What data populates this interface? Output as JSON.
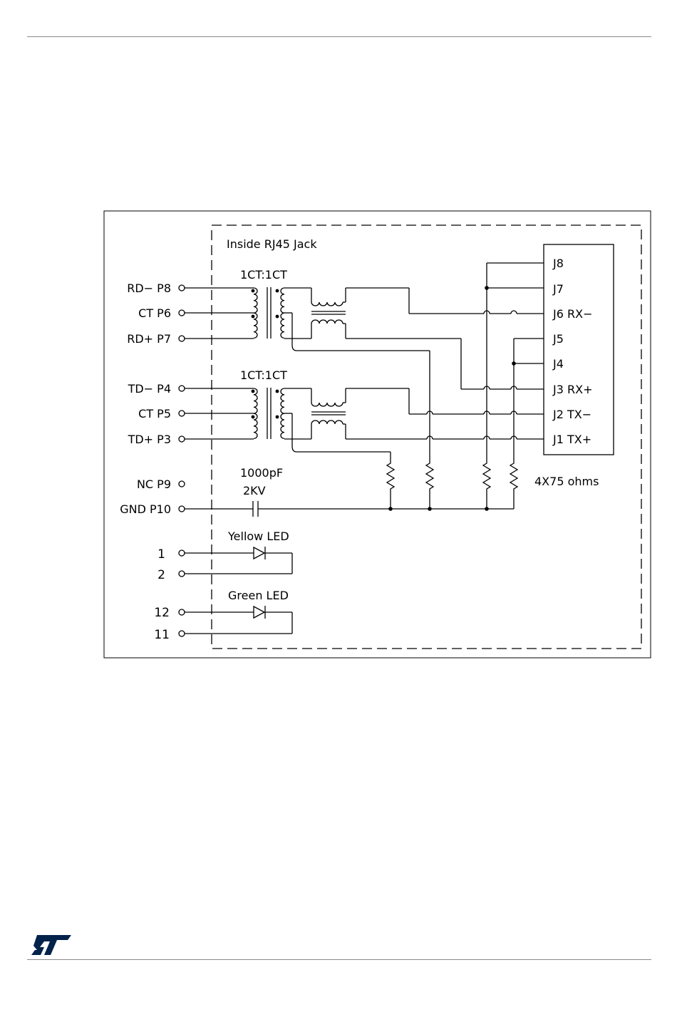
{
  "document": {
    "logo_text": "ST",
    "brand_color": "#03234B",
    "accent_color": "#3CB4E6"
  },
  "schematic": {
    "inner_label": "Inside RJ45 Jack",
    "transformer_ratio_top": "1CT:1CT",
    "transformer_ratio_bottom": "1CT:1CT",
    "pins": {
      "rd_minus": "RD−  P8",
      "ct_top": "CT  P6",
      "rd_plus": "RD+  P7",
      "td_minus": "TD−  P4",
      "ct_bottom": "CT  P5",
      "td_plus": "TD+  P3",
      "nc": "NC  P9",
      "gnd": "GND  P10",
      "led1": "1",
      "led2": "2",
      "led12": "12",
      "led11": "11"
    },
    "capacitor_value": "1000pF",
    "capacitor_voltage": "2KV",
    "resistors": "4X75  ohms",
    "yellow_led": "Yellow  LED",
    "green_led": "Green  LED",
    "jack": {
      "j8": "J8",
      "j7": "J7",
      "j6": "J6  RX−",
      "j5": "J5",
      "j4": "J4",
      "j3": "J3  RX+",
      "j2": "J2  TX−",
      "j1": "J1  TX+"
    }
  }
}
